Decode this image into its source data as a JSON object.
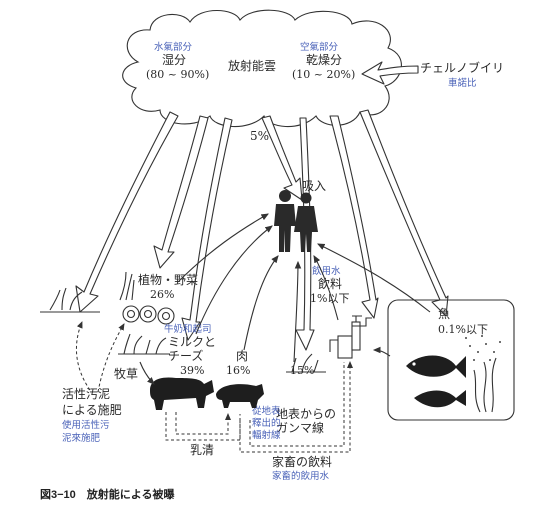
{
  "cloud": {
    "left_blue": "水氣部分",
    "left_title": "湿分",
    "left_range": "(80 ~ 90%)",
    "center_title": "放射能雲",
    "right_blue": "空氣部分",
    "right_title": "乾燥分",
    "right_range": "(10 ~ 20%)"
  },
  "source": {
    "label": "チェルノブイリ",
    "blue": "車諾比"
  },
  "flows": {
    "inhalation_pct": "5%",
    "inhalation": "吸入"
  },
  "plants": {
    "label": "植物・野菜",
    "pct": "26%"
  },
  "milk": {
    "blue": "牛奶和起司",
    "label1": "ミルクと",
    "label2": "チーズ",
    "pct": "39%"
  },
  "meat": {
    "label": "肉",
    "pct": "16%"
  },
  "ground": {
    "pct": "15%",
    "label1": "地表からの",
    "label2": "ガンマ線",
    "blue1": "從地表",
    "blue2": "釋出的",
    "blue3": "輻射線"
  },
  "water": {
    "blue": "飲用水",
    "label": "飲料",
    "pct": "1%以下"
  },
  "fish": {
    "label": "魚",
    "pct": "0.1%以下"
  },
  "pasture": {
    "label": "牧草"
  },
  "sludge": {
    "label1": "活性汚泥",
    "label2": "による施肥",
    "blue1": "使用活性污",
    "blue2": "泥來施肥"
  },
  "whey": {
    "label": "乳清"
  },
  "feed": {
    "label": "家畜の飲料",
    "blue": "家畜的飲用水"
  },
  "caption": "図3−10　放射能による被曝",
  "icons": [
    "cloud-icon",
    "people-icon",
    "cow-icon",
    "pig-icon",
    "faucet-icon",
    "fish-icon",
    "grass-icon",
    "cabbage-icon"
  ]
}
